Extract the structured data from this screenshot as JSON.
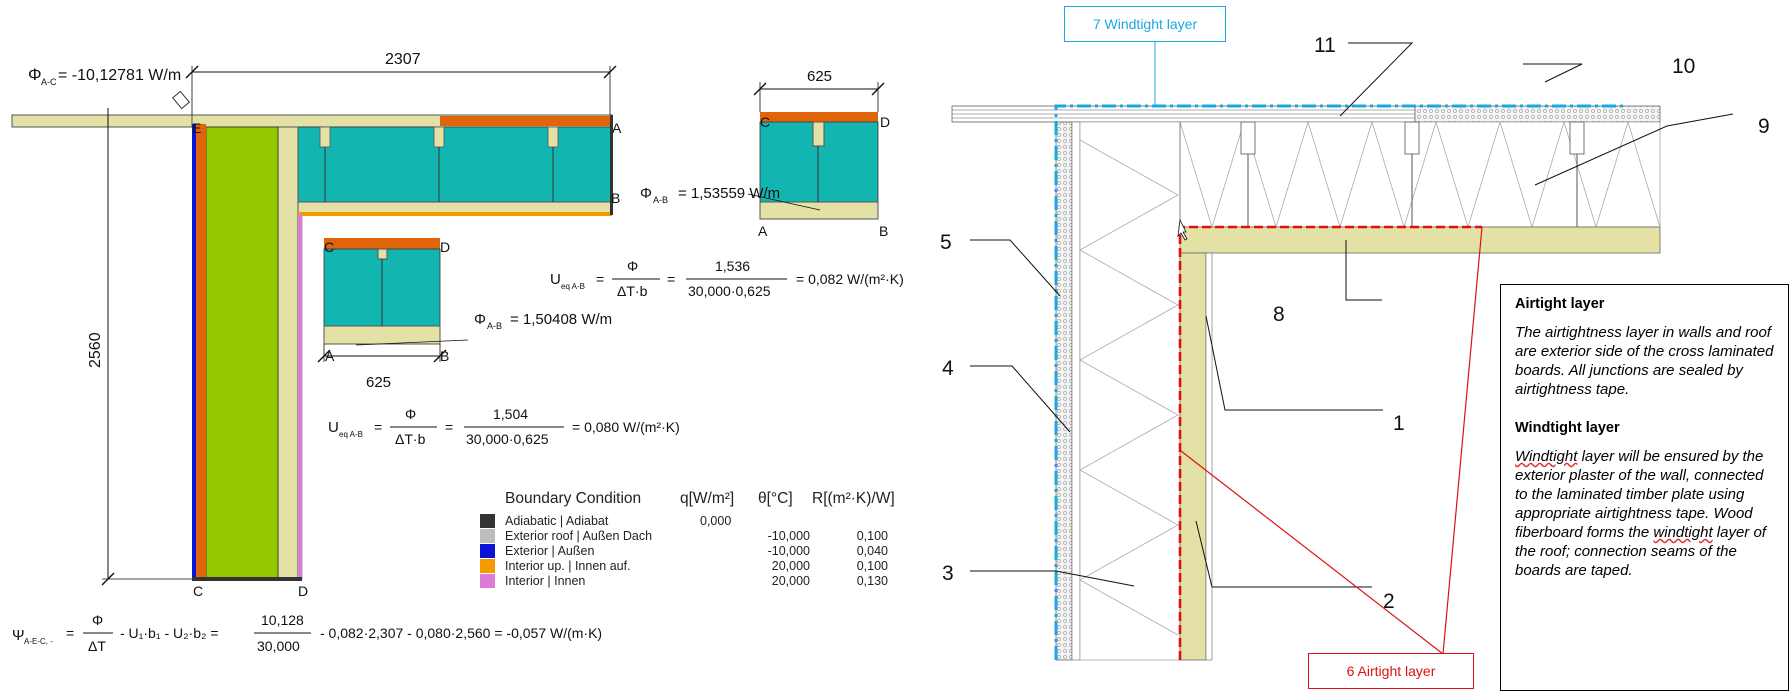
{
  "left": {
    "phi_ac": "Φ",
    "phi_ac_sub": "A-C",
    "phi_ac_val": "= -10,12781 W/m",
    "dim_top": "2307",
    "dim_left": "2560",
    "labels": {
      "E": "E",
      "A": "A",
      "B": "B",
      "C": "C",
      "D": "D"
    },
    "detail1": {
      "width": "625",
      "C": "C",
      "D": "D",
      "A": "A",
      "B": "B",
      "phi": "Φ",
      "phi_sub": "A-B",
      "phi_val": "= 1,53559 W/m",
      "u": "U",
      "u_sub": "eq A-B",
      "eq1": "=",
      "num": "Φ",
      "den": "ΔT·b",
      "eq2": "=",
      "num2": "1,536",
      "den2": "30,000·0,625",
      "result": "=  0,082 W/(m²·K)"
    },
    "detail2": {
      "width": "625",
      "C": "C",
      "D": "D",
      "A": "A",
      "B": "B",
      "phi": "Φ",
      "phi_sub": "A-B",
      "phi_val": "= 1,50408 W/m",
      "u": "U",
      "u_sub": "eq A-B",
      "eq1": "=",
      "num": "Φ",
      "den": "ΔT·b",
      "eq2": "=",
      "num2": "1,504",
      "den2": "30,000·0,625",
      "result": "=  0,080 W/(m²·K)"
    },
    "psi": {
      "sym": "Ψ",
      "sub": "A-E-C, -",
      "eq": "=",
      "num": "Φ",
      "den": "ΔT",
      "mid": "-  U₁·b₁  -  U₂·b₂  =",
      "num2": "10,128",
      "den2": "30,000",
      "tail": "-  0,082·2,307  -  0,080·2,560  =   -0,057 W/(m·K)"
    },
    "boundary": {
      "title": "Boundary Condition",
      "h_q": "q[W/m²]",
      "h_t": "θ[°C]",
      "h_r": "R[(m²·K)/W]",
      "rows": [
        {
          "name": "Adiabatic  |  Adiabat",
          "q": "0,000",
          "t": "",
          "r": "",
          "color": "#333333"
        },
        {
          "name": "Exterior roof  |  Außen Dach",
          "q": "",
          "t": "-10,000",
          "r": "0,100",
          "color": "#bdbdbd"
        },
        {
          "name": "Exterior  |  Außen",
          "q": "",
          "t": "-10,000",
          "r": "0,040",
          "color": "#0a14d8"
        },
        {
          "name": "Interior up.  |  Innen auf.",
          "q": "",
          "t": "20,000",
          "r": "0,100",
          "color": "#f59a00"
        },
        {
          "name": "Interior  |  Innen",
          "q": "",
          "t": "20,000",
          "r": "0,130",
          "color": "#e07ad8"
        }
      ]
    }
  },
  "right": {
    "windtight_label": "7 Windtight layer",
    "airtight_label": "6 Airtight layer",
    "numbers": {
      "n1": "1",
      "n2": "2",
      "n3": "3",
      "n4": "4",
      "n5": "5",
      "n8": "8",
      "n9": "9",
      "n10": "10",
      "n11": "11"
    },
    "note": {
      "h1": "Airtight  layer",
      "p1": "The airtightness layer in walls and roof are exterior side of the cross laminated boards. All junctions are sealed by airtightness tape.",
      "h2": "Windtight layer",
      "p2_u": "Windtight",
      "p2": " layer will be ensured by the exterior plaster of the wall, connected to the laminated timber plate using appropriate airtightness tape. Wood fiberboard forms the ",
      "p2_u2": "windtight",
      "p2_end": " layer of the roof; connection seams of the boards are taped."
    }
  },
  "colors": {
    "teal": "#13b5b1",
    "beige": "#e3e1a6",
    "green": "#96c800",
    "orange": "#e0640a",
    "blue": "#0a14d8",
    "pink": "#e07ad8",
    "amber": "#f59a00",
    "red": "#e01010",
    "cyan": "#1aa8e0"
  }
}
